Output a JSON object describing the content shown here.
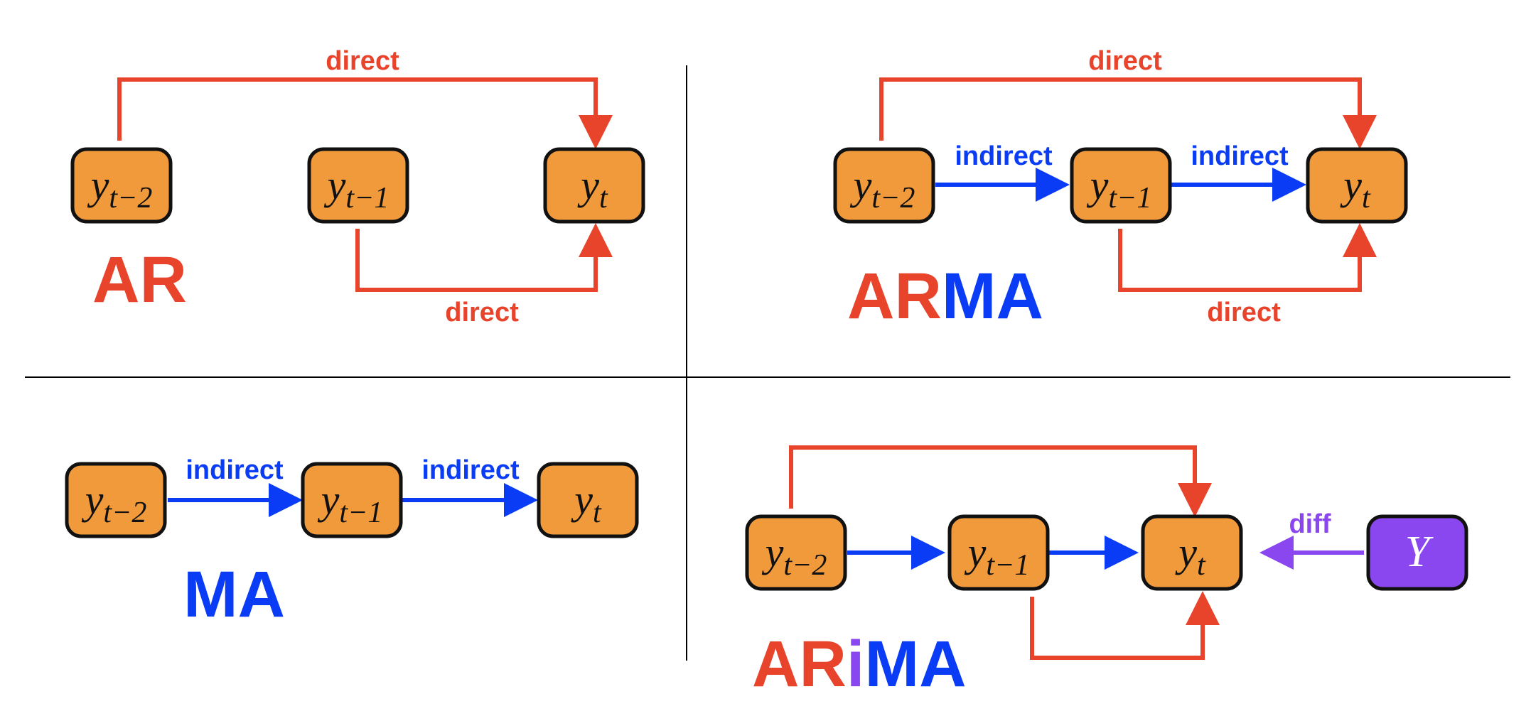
{
  "colors": {
    "red": "#E8432B",
    "blue": "#0A3CF5",
    "purple": "#8A47F0",
    "orange": "#F19A3B",
    "node_border": "#111111",
    "divider": "#000000"
  },
  "nodes": {
    "y_t2": {
      "base": "y",
      "sub": "t−2"
    },
    "y_t1": {
      "base": "y",
      "sub": "t−1"
    },
    "y_t": {
      "base": "y",
      "sub": "t"
    },
    "Y": {
      "base": "Y",
      "sub": ""
    }
  },
  "labels": {
    "direct": "direct",
    "indirect": "indirect",
    "diff": "diff"
  },
  "titles": {
    "ar": "AR",
    "arma_ar": "AR",
    "arma_ma": "MA",
    "ma": "MA",
    "arima_ar": "AR",
    "arima_i": "i",
    "arima_ma": "MA"
  }
}
